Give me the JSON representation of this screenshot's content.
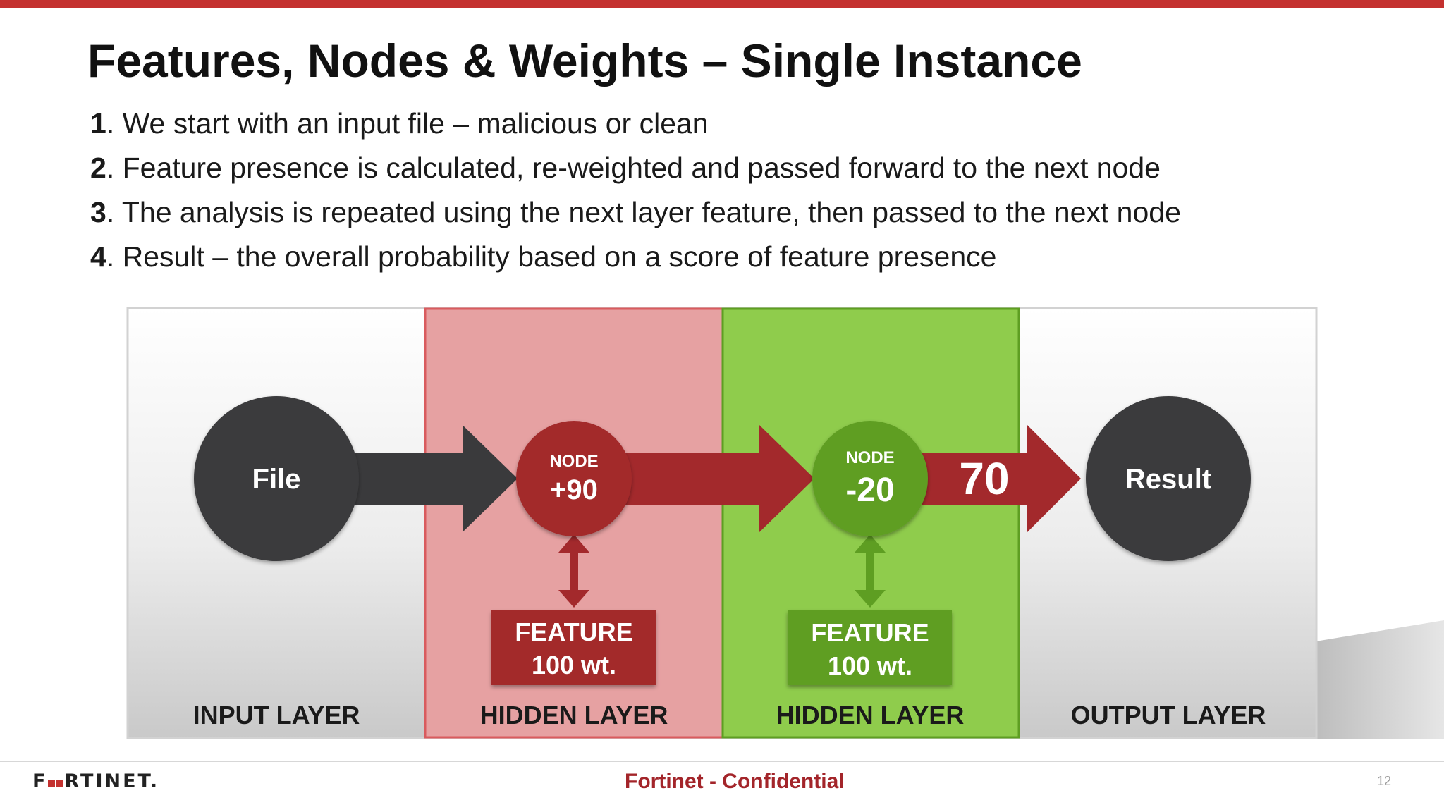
{
  "slide": {
    "title": "Features, Nodes & Weights – Single Instance",
    "bullets": [
      {
        "num": "1",
        "text": ". We start with an input file – malicious or clean"
      },
      {
        "num": "2",
        "text": ". Feature presence is calculated, re-weighted and passed forward to the next node"
      },
      {
        "num": "3",
        "text": ". The analysis is repeated using the next layer feature, then passed to the next node"
      },
      {
        "num": "4",
        "text": ". Result – the overall probability based on a score of feature presence"
      }
    ]
  },
  "diagram": {
    "input_node": "File",
    "node1": {
      "label": "NODE",
      "value": "+90"
    },
    "node2": {
      "label": "NODE",
      "value": "-20"
    },
    "score": "70",
    "result_node": "Result",
    "feature1": {
      "line1": "FEATURE",
      "line2": "100 wt."
    },
    "feature2": {
      "line1": "FEATURE",
      "line2": "100 wt."
    },
    "layers": [
      "INPUT LAYER",
      "HIDDEN LAYER",
      "HIDDEN LAYER",
      "OUTPUT LAYER"
    ],
    "colors": {
      "red": "#a3292c",
      "red_panel": "#e6a1a2",
      "green": "#5e9e22",
      "green_panel": "#8fcc4c",
      "dark": "#3a3a3c"
    }
  },
  "footer": {
    "logo_left": "F",
    "logo_right": "RTINET.",
    "confidential": "Fortinet - Confidential",
    "page_number": "12"
  }
}
